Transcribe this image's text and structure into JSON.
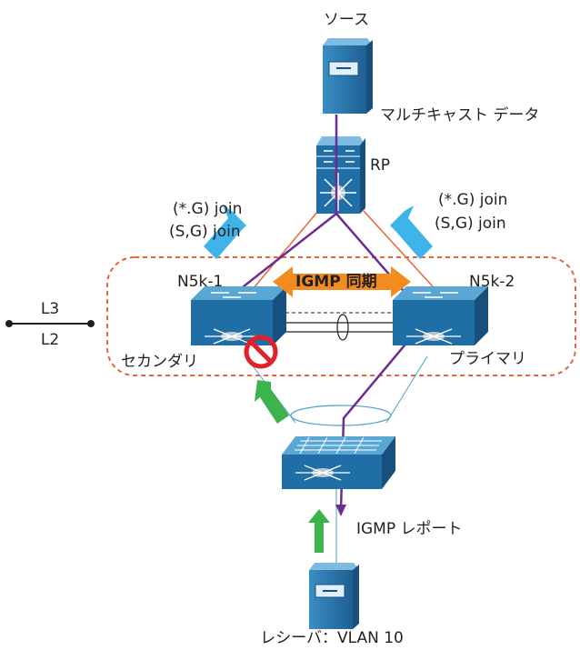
{
  "labels": {
    "source": "ソース",
    "multicast_data": "マルチキャスト データ",
    "rp": "RP",
    "left_join_1": "(*.G) join",
    "left_join_2": "(S,G) join",
    "right_join_1": "(*.G) join",
    "right_join_2": "(S,G) join",
    "n5k1": "N5k-1",
    "n5k2": "N5k-2",
    "igmp_sync": "IGMP 同期",
    "l3": "L3",
    "l2": "L2",
    "secondary": "セカンダリ",
    "primary": "プライマリ",
    "igmp_report": "IGMP レポート",
    "receiver": "レシーバ：VLAN 10"
  },
  "colors": {
    "device_blue": "#1f6fa6",
    "device_top": "#5aa7d3",
    "flow_purple": "#6a2c91",
    "link_orange": "#e8643a",
    "vpc_domain": "#e8643a",
    "join_arrow": "#3eb4e8",
    "report_arrow": "#3cb44b",
    "sync_arrow": "#f28c1e",
    "block_red": "#e2202a",
    "thin_link": "#4aa0c8"
  },
  "icons": {
    "source": "server-icon",
    "rp": "multilayer-switch-icon",
    "n5k1": "nexus-switch-icon",
    "n5k2": "nexus-switch-icon",
    "access": "access-switch-icon",
    "receiver": "server-icon",
    "blocked": "prohibited-icon"
  }
}
